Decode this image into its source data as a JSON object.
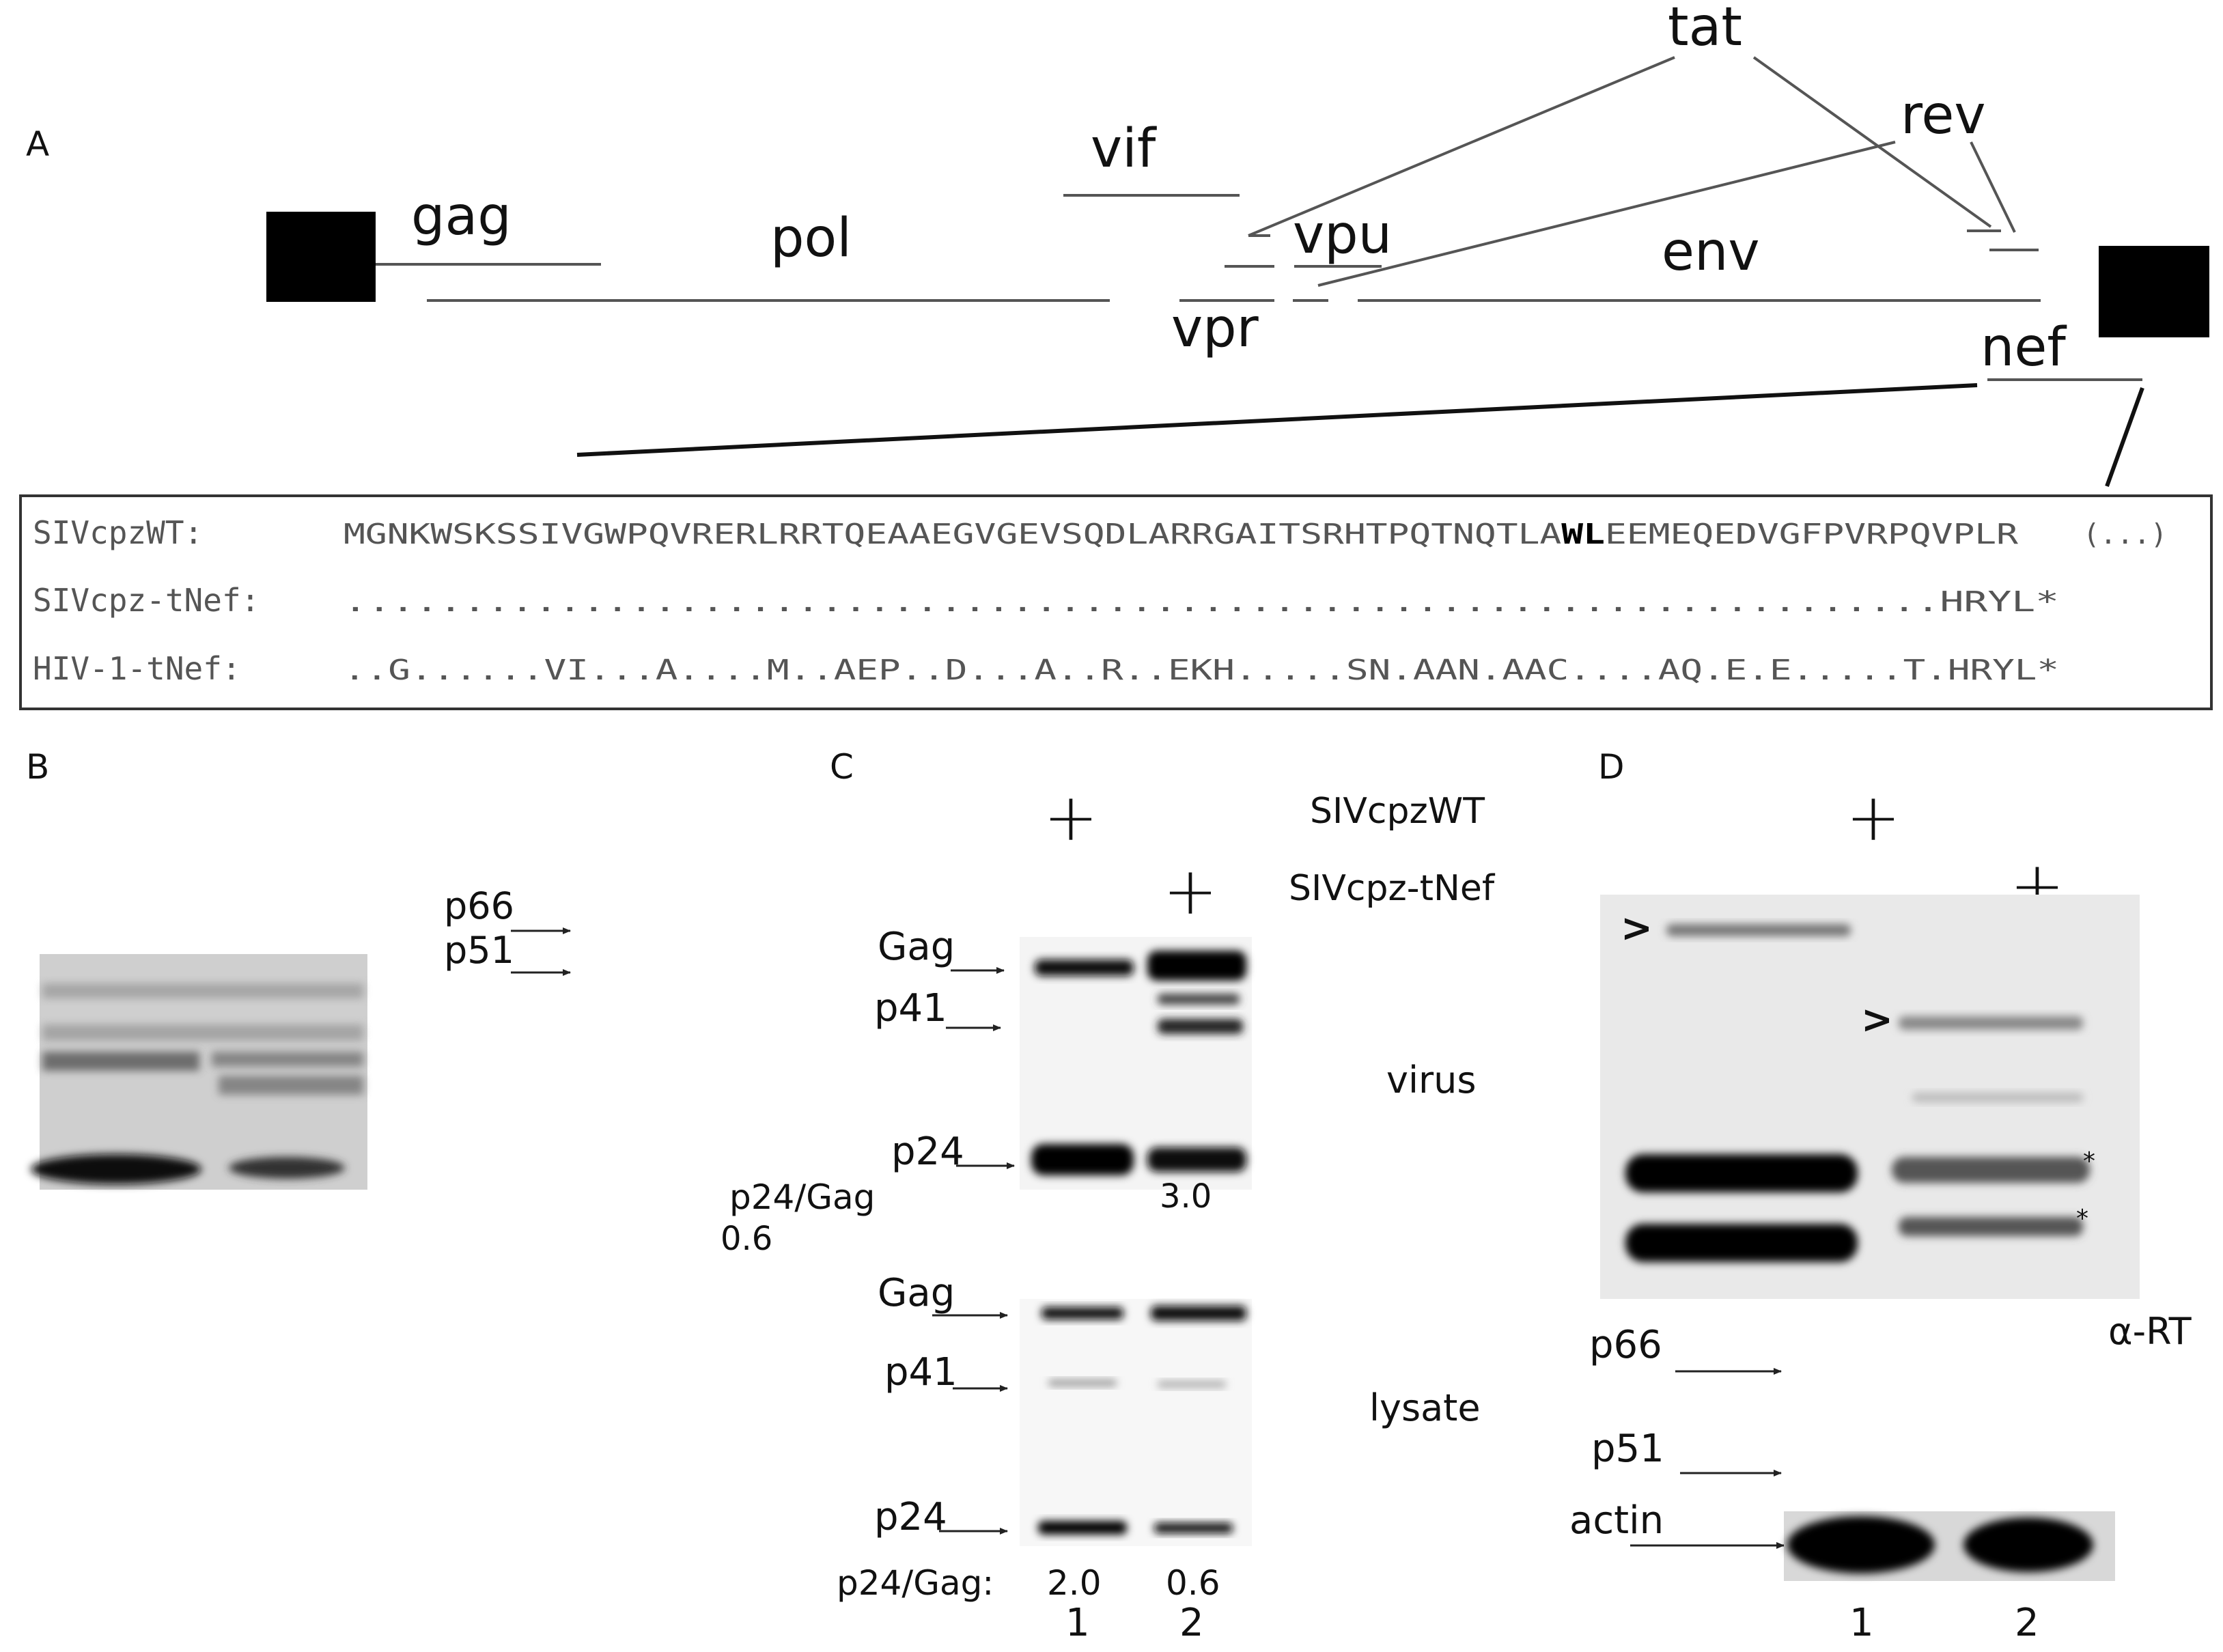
{
  "panels": {
    "a": "A",
    "b": "B",
    "c": "C",
    "d": "D"
  },
  "genome": {
    "genes": {
      "gag": "gag",
      "pol": "pol",
      "vif": "vif",
      "vpr": "vpr",
      "vpu": "vpu",
      "tat": "tat",
      "rev": "rev",
      "env": "env",
      "nef": "nef"
    }
  },
  "alignment": {
    "rows": [
      {
        "name": "SIVcpzWT:",
        "seq_before": "MGNKWSKSSIVGWPQVRERLRRTQEAAEGVGEVSQDLARRGAITSRHTPQTNQTLA",
        "seq_bold": "WL",
        "seq_after": "EEMEQEDVGFPVRPQVPLR",
        "suffix": "(...)"
      },
      {
        "name": "SIVcpz-tNef:",
        "seq": "...................................................................HRYL*"
      },
      {
        "name": "HIV-1-tNef:",
        "seq": "..G......VI...A....M..AEP..D...A..R..EKH.....SN.AAN.AAC....AQ.E.E.....T.HRYL*"
      }
    ]
  },
  "panel_b": {
    "labels": [
      "p66",
      "p51"
    ]
  },
  "panel_c": {
    "conditions": [
      "SIVcpzWT",
      "SIVcpz-tNef"
    ],
    "plus": "+",
    "virus": {
      "title": "virus",
      "bands": [
        "Gag",
        "p41",
        "p24"
      ],
      "ratio_label": "p24/Gag",
      "ratio_values": [
        "0.6",
        "3.0"
      ]
    },
    "lysate": {
      "title": "lysate",
      "bands": [
        "Gag",
        "p41",
        "p24"
      ],
      "ratio_label": "p24/Gag:",
      "ratio_values": [
        "2.0",
        "0.6"
      ]
    },
    "lanes": [
      "1",
      "2"
    ]
  },
  "panel_d": {
    "plus": "+",
    "marker": ">",
    "asterisk": "*",
    "antibody": "α-RT",
    "bands": [
      "p66",
      "p51",
      "actin"
    ],
    "lanes": [
      "1",
      "2"
    ]
  }
}
